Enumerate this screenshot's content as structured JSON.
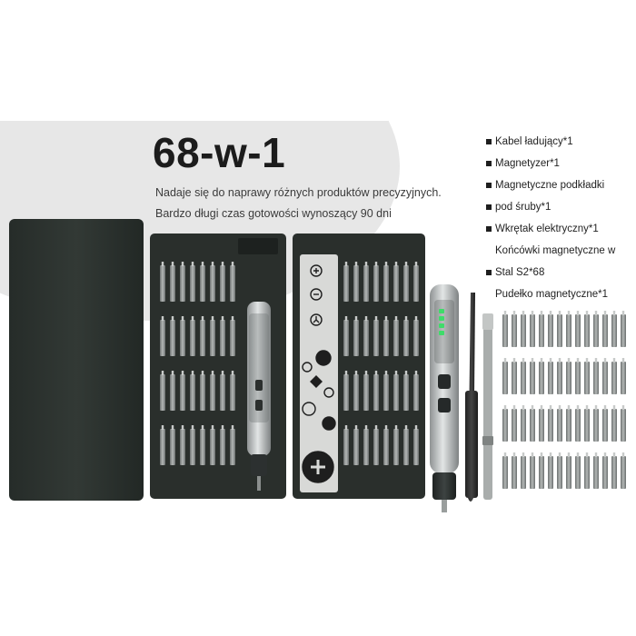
{
  "product": {
    "title": "68-w-1",
    "subtitle_line1": "Nadaje się do naprawy różnych produktów precyzyjnych.",
    "subtitle_line2": "Bardzo długi czas gotowości wynoszący 90 dni"
  },
  "specs": [
    {
      "text": "Kabel ładujący*1",
      "bullet": true
    },
    {
      "text": "Magnetyzer*1",
      "bullet": true
    },
    {
      "text": "Magnetyczne podkładki",
      "bullet": true
    },
    {
      "text": "pod śruby*1",
      "bullet": true
    },
    {
      "text": "Wkrętak elektryczny*1",
      "bullet": true
    },
    {
      "text": "Końcówki magnetyczne w",
      "bullet": false
    },
    {
      "text": "Stal S2*68",
      "bullet": true
    },
    {
      "text": "Pudełko magnetyczne*1",
      "bullet": false
    }
  ],
  "colors": {
    "case_dark": "#2c332f",
    "tray": "#2a2f2c",
    "bit_metal": "#8d9190",
    "pen_silver": "#b9bdbd",
    "led_green": "#3fdc6a",
    "band_blob": "#e7e7e7"
  }
}
